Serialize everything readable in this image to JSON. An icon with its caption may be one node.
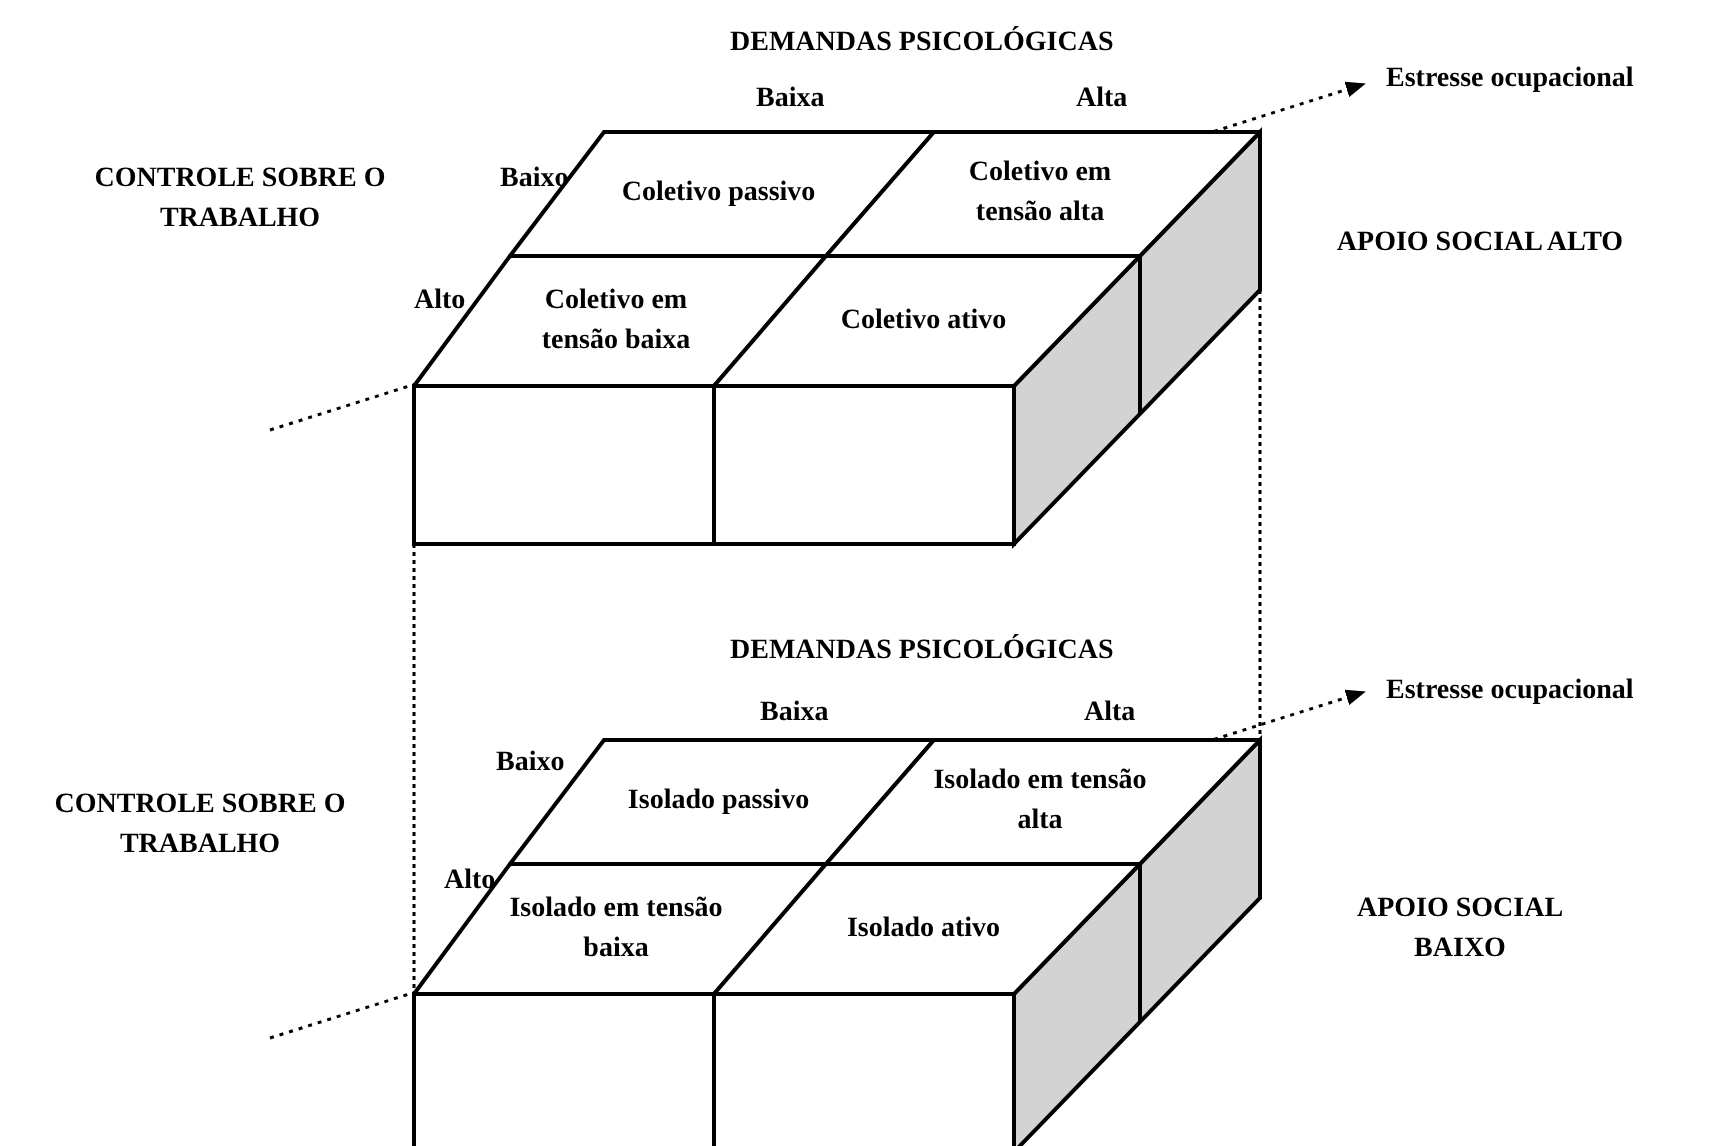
{
  "diagram": {
    "nodes": [
      {
        "text": [
          "Coletivo passivo"
        ]
      },
      {
        "text": [
          "Coletivo em tensão alta"
        ]
      },
      {
        "text": [
          "Coletivo em tensão baixa"
        ]
      },
      {
        "text": [
          "Coletivo ativo"
        ]
      },
      {
        "text": [
          "Isolado passivo"
        ]
      },
      {
        "text": [
          "Isolado em tensão alta"
        ]
      },
      {
        "text": [
          "Isolado em tensão baixa"
        ]
      },
      {
        "text": [
          "Isolado ativo"
        ]
      }
    ],
    "labels": [
      "DEMANDAS PSICOLÓGICAS",
      "Estresse ocupacional",
      "Baixa",
      "Alta",
      "CONTROLE SOBRE O TRABALHO",
      "Baixo",
      "APOIO SOCIAL ALTO",
      "Alto",
      "DEMANDAS PSICOLÓGICAS",
      "Estresse ocupacional",
      "Baixa",
      "Alta",
      "Baixo",
      "CONTROLE SOBRE O TRABALHO",
      "Alto",
      "APOIO SOCIAL BAIXO"
    ]
  }
}
